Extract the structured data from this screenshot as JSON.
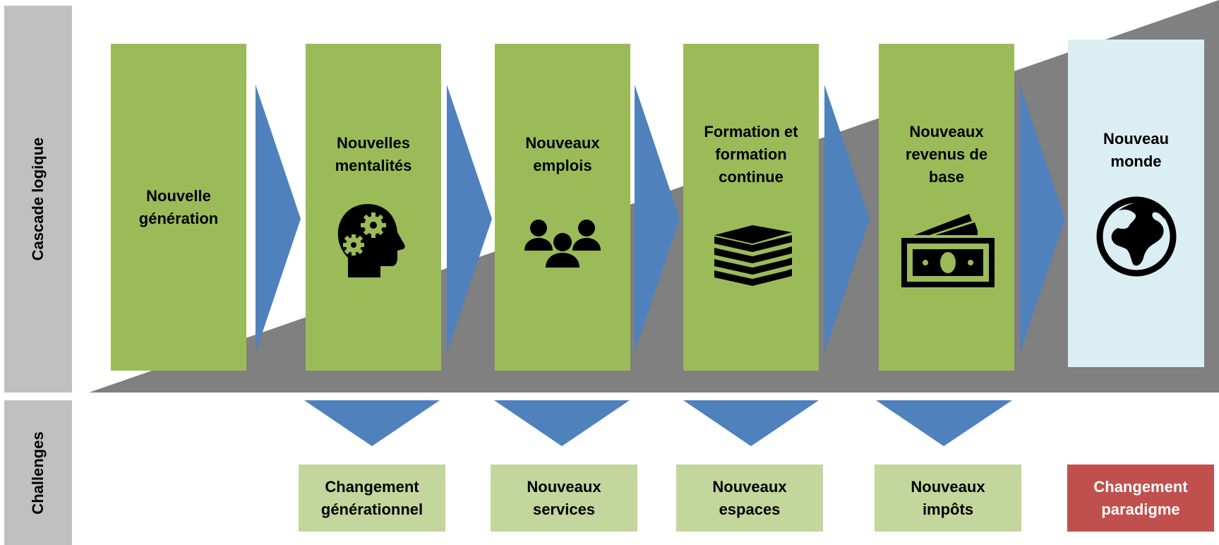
{
  "side_labels": {
    "cascade": "Cascade logique",
    "challenges": "Challenges"
  },
  "stages": [
    {
      "title": "Nouvelle\ngénération",
      "icon": "none"
    },
    {
      "title": "Nouvelles\nmentalités",
      "icon": "head-gears-icon"
    },
    {
      "title": "Nouveaux\nemplois",
      "icon": "people-group-icon"
    },
    {
      "title": "Formation et\nformation\ncontinue",
      "icon": "books-stack-icon"
    },
    {
      "title": "Nouveaux\nrevenus de\nbase",
      "icon": "money-bills-icon"
    }
  ],
  "final_stage": {
    "title": "Nouveau\nmonde",
    "icon": "globe-icon"
  },
  "challenges": [
    {
      "label": "Changement\ngénérationnel"
    },
    {
      "label": "Nouveaux\nservices"
    },
    {
      "label": "Nouveaux\nespaces"
    },
    {
      "label": "Nouveaux\nimpôts"
    },
    {
      "label": "Changement\nparadigme"
    }
  ],
  "colors": {
    "stage_green": "#9bbb59",
    "challenge_green": "#c3d69b",
    "arrow_blue": "#4f81bd",
    "ramp_gray": "#808080",
    "final_blue": "#dbeef3",
    "paradigm_red": "#c0504d",
    "label_gray": "#c0c0c0"
  }
}
